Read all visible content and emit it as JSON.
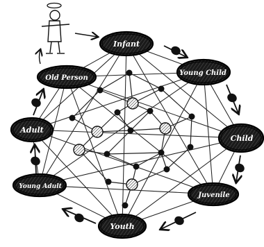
{
  "diagram": {
    "stages": [
      {
        "id": "infant",
        "label": "Infant"
      },
      {
        "id": "young-child",
        "label": "Young Child"
      },
      {
        "id": "child",
        "label": "Child"
      },
      {
        "id": "juvenile",
        "label": "Juvenile"
      },
      {
        "id": "youth",
        "label": "Youth"
      },
      {
        "id": "young-adult",
        "label": "Young Adult"
      },
      {
        "id": "adult",
        "label": "Adult"
      },
      {
        "id": "old-person",
        "label": "Old Person"
      }
    ],
    "cycle_direction": "clockwise",
    "top_figure": "halo-figure-icon",
    "ink_color": "#111111",
    "node_fill": "#1a1a1a"
  }
}
